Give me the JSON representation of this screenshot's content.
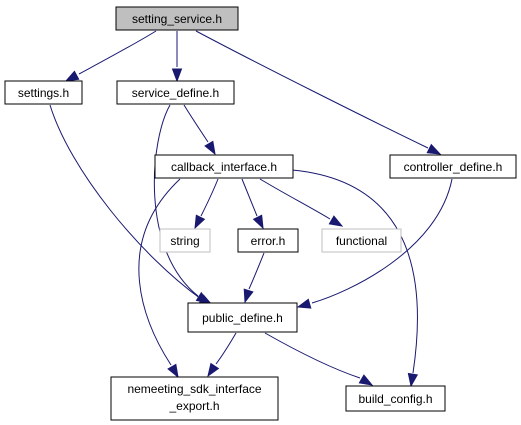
{
  "diagram": {
    "nodes": {
      "setting_service": {
        "label": "setting_service.h",
        "kind": "root"
      },
      "settings": {
        "label": "settings.h",
        "kind": "normal"
      },
      "service_define": {
        "label": "service_define.h",
        "kind": "normal"
      },
      "controller_define": {
        "label": "controller_define.h",
        "kind": "normal"
      },
      "callback_interface": {
        "label": "callback_interface.h",
        "kind": "normal"
      },
      "string": {
        "label": "string",
        "kind": "external"
      },
      "error": {
        "label": "error.h",
        "kind": "normal"
      },
      "functional": {
        "label": "functional",
        "kind": "external"
      },
      "public_define": {
        "label": "public_define.h",
        "kind": "normal"
      },
      "nemeeting_export": {
        "label_lines": [
          "nemeeting_sdk_interface",
          "_export.h"
        ],
        "kind": "normal"
      },
      "build_config": {
        "label": "build_config.h",
        "kind": "normal"
      }
    },
    "edges": [
      {
        "from": "setting_service",
        "to": "settings"
      },
      {
        "from": "setting_service",
        "to": "service_define"
      },
      {
        "from": "setting_service",
        "to": "controller_define"
      },
      {
        "from": "settings",
        "to": "public_define"
      },
      {
        "from": "service_define",
        "to": "callback_interface"
      },
      {
        "from": "service_define",
        "to": "public_define"
      },
      {
        "from": "controller_define",
        "to": "public_define"
      },
      {
        "from": "callback_interface",
        "to": "string"
      },
      {
        "from": "callback_interface",
        "to": "error"
      },
      {
        "from": "callback_interface",
        "to": "functional"
      },
      {
        "from": "callback_interface",
        "to": "nemeeting_export"
      },
      {
        "from": "callback_interface",
        "to": "build_config"
      },
      {
        "from": "error",
        "to": "public_define"
      },
      {
        "from": "public_define",
        "to": "nemeeting_export"
      },
      {
        "from": "public_define",
        "to": "build_config"
      }
    ],
    "colors": {
      "edge": "#191970",
      "root_fill": "#bfbfbf",
      "node_border": "#000000",
      "external_border": "#bfbfbf"
    }
  }
}
